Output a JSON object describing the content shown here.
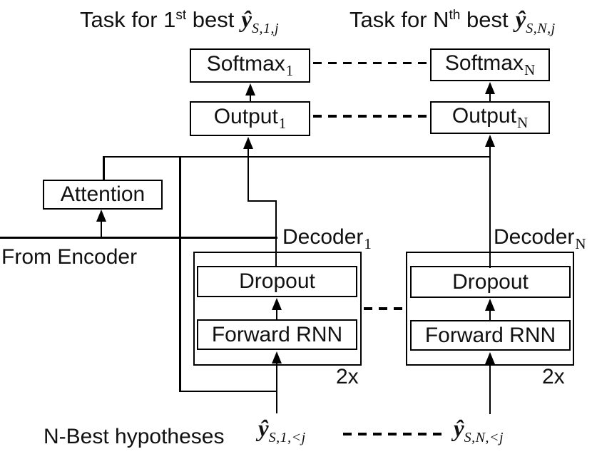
{
  "diagram": {
    "background": "#ffffff",
    "stroke_color": "#000000",
    "text_color": "#111111",
    "titles": {
      "task1": {
        "pre": "Task for 1",
        "sup": "st",
        "post": " best",
        "math_hat": "ŷ",
        "math_sub": "S,1,j"
      },
      "taskN": {
        "pre": "Task for N",
        "sup": "th",
        "post": " best",
        "math_hat": "ŷ",
        "math_sub": "S,N,j"
      }
    },
    "boxes": {
      "softmax1": {
        "main": "Softmax",
        "sub": "1"
      },
      "softmaxN": {
        "main": "Softmax",
        "sub": "N"
      },
      "output1": {
        "main": "Output",
        "sub": "1"
      },
      "outputN": {
        "main": "Output",
        "sub": "N"
      },
      "attention": {
        "main": "Attention"
      },
      "dropout1": {
        "main": "Dropout"
      },
      "forward1": {
        "main": "Forward RNN"
      },
      "dropoutN": {
        "main": "Dropout"
      },
      "forwardN": {
        "main": "Forward RNN"
      }
    },
    "labels": {
      "decoder1": {
        "main": "Decoder",
        "sub": "1"
      },
      "decoderN": {
        "main": "Decoder",
        "sub": "N"
      },
      "repeat1": "2x",
      "repeatN": "2x",
      "from_encoder": "From Encoder",
      "n_best": "N-Best hypotheses"
    },
    "math": {
      "y1": {
        "hat": "ŷ",
        "sub": "S,1,<j"
      },
      "yN": {
        "hat": "ŷ",
        "sub": "S,N,<j"
      }
    }
  }
}
